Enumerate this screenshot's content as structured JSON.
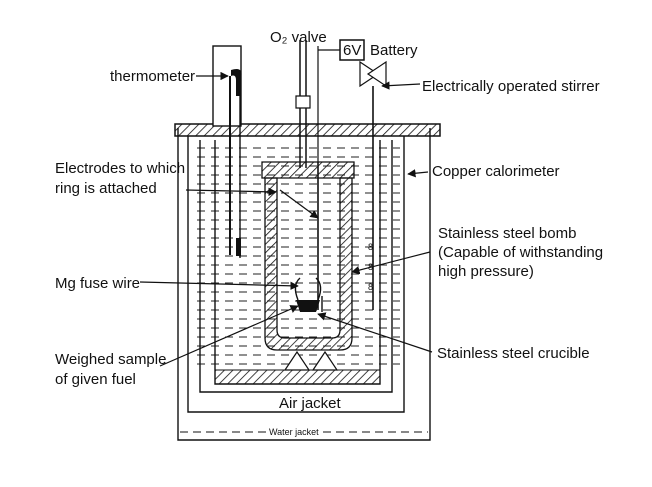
{
  "labels": {
    "o2_valve": "O₂ valve",
    "battery_6v": "6V",
    "battery": "Battery",
    "thermometer": "thermometer",
    "stirrer": "Electrically operated stirrer",
    "electrodes_line1": "Electrodes to which",
    "electrodes_line2": "ring is attached",
    "copper_calorimeter": "Copper calorimeter",
    "bomb_line1": "Stainless steel bomb",
    "bomb_line2": "(Capable of withstanding",
    "bomb_line3": "high pressure)",
    "mg_fuse": "Mg fuse wire",
    "sample_line1": "Weighed sample",
    "sample_line2": "of given fuel",
    "crucible": "Stainless steel crucible",
    "air_jacket": "Air jacket",
    "water_jacket": "Water jacket"
  },
  "colors": {
    "ink": "#111111",
    "background": "#ffffff"
  }
}
